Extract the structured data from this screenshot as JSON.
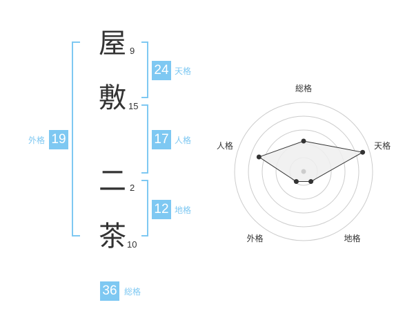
{
  "characters": [
    {
      "char": "屋",
      "strokes": "9"
    },
    {
      "char": "敷",
      "strokes": "15"
    },
    {
      "char": "二",
      "strokes": "2"
    },
    {
      "char": "茶",
      "strokes": "10"
    }
  ],
  "kaku": {
    "ten": {
      "label": "天格",
      "value": "24"
    },
    "jin": {
      "label": "人格",
      "value": "17"
    },
    "chi": {
      "label": "地格",
      "value": "12"
    },
    "gai": {
      "label": "外格",
      "value": "19"
    },
    "sou": {
      "label": "総格",
      "value": "36"
    }
  },
  "colors": {
    "accent": "#7ec8f2",
    "text": "#333333",
    "grid": "#cccccc",
    "fill": "#eeeeee"
  },
  "chart_data": {
    "type": "radar",
    "categories": [
      "総格",
      "天格",
      "地格",
      "外格",
      "人格"
    ],
    "values": [
      2.2,
      4.5,
      0.9,
      0.9,
      3.4
    ],
    "rmax": 5,
    "rings": 5,
    "grid": true
  }
}
